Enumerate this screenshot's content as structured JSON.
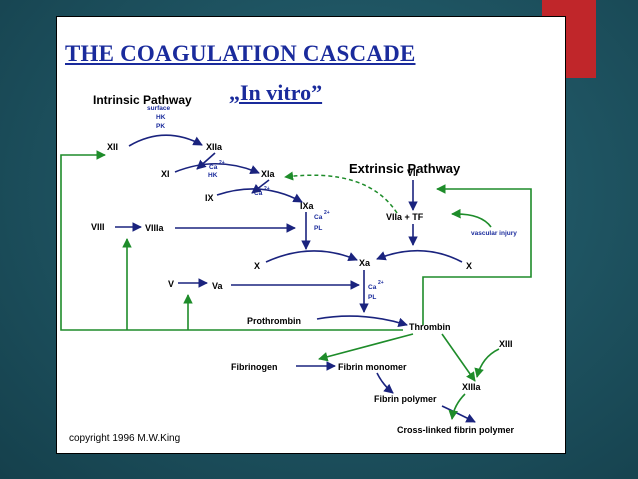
{
  "title": "THE COAGULATION CASCADE",
  "intrinsic_label": "Intrinsic Pathway",
  "in_vitro_label": "„In vitro”",
  "extrinsic_label": "Extrinsic Pathway",
  "copyright": "copyright 1996 M.W.King",
  "cofactors": {
    "surface": "surface",
    "hk": "HK",
    "pk": "PK",
    "hk2": "HK",
    "ca": "Ca",
    "charge": "2+",
    "pl": "PL"
  },
  "factors": {
    "xii": "XII",
    "xiia": "XIIa",
    "xi": "XI",
    "xia": "XIa",
    "ix": "IX",
    "ixa": "IXa",
    "viii": "VIII",
    "viiia": "VIIIa",
    "vii": "VII",
    "viia_tf": "VIIa + TF",
    "vascular_injury": "vascular injury",
    "x_left": "X",
    "xa": "Xa",
    "x_right": "X",
    "v": "V",
    "va": "Va",
    "prothrombin": "Prothrombin",
    "thrombin": "Thrombin",
    "xiii": "XIII",
    "fibrinogen": "Fibrinogen",
    "fibrin_monomer": "Fibrin monomer",
    "xiiia": "XIIIa",
    "fibrin_polymer": "Fibrin polymer",
    "cross_linked": "Cross-linked fibrin polymer"
  },
  "colors": {
    "background": "#1f5563",
    "accent": "#c0262a",
    "title_blue": "#1a2b9c",
    "arrow_navy": "#1a237e",
    "feedback_green": "#1e8c2a"
  }
}
